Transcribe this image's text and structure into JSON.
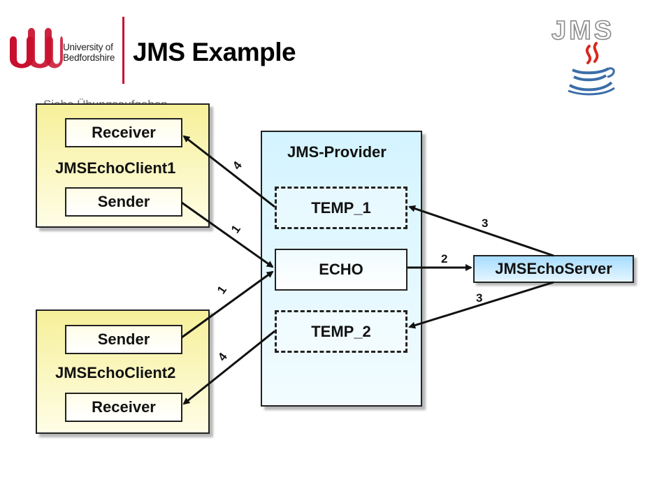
{
  "header": {
    "university_line1": "University of",
    "university_line2": "Bedfordshire",
    "title": "JMS Example"
  },
  "logo": {
    "text": "JMS",
    "icon": "java-cup-icon",
    "brand_color": "#c8102e"
  },
  "subtitle": "Siehe Übungsaufgaben",
  "diagram": {
    "client1": {
      "label": "JMSEchoClient1",
      "receiver": "Receiver",
      "sender": "Sender"
    },
    "client2": {
      "label": "JMSEchoClient2",
      "sender": "Sender",
      "receiver": "Receiver"
    },
    "provider": {
      "label": "JMS-Provider",
      "temp1": "TEMP_1",
      "echo": "ECHO",
      "temp2": "TEMP_2"
    },
    "server": {
      "label": "JMSEchoServer"
    },
    "arrow_labels": {
      "client1_send": "1",
      "client2_send": "1",
      "echo_to_server": "2",
      "server_to_temp1": "3",
      "server_to_temp2": "3",
      "temp1_to_client1": "4",
      "temp2_to_client2": "4"
    }
  },
  "colors": {
    "client_fill": "#f6f099",
    "provider_fill": "#d4f4ff",
    "server_fill": "#a6dcff"
  }
}
